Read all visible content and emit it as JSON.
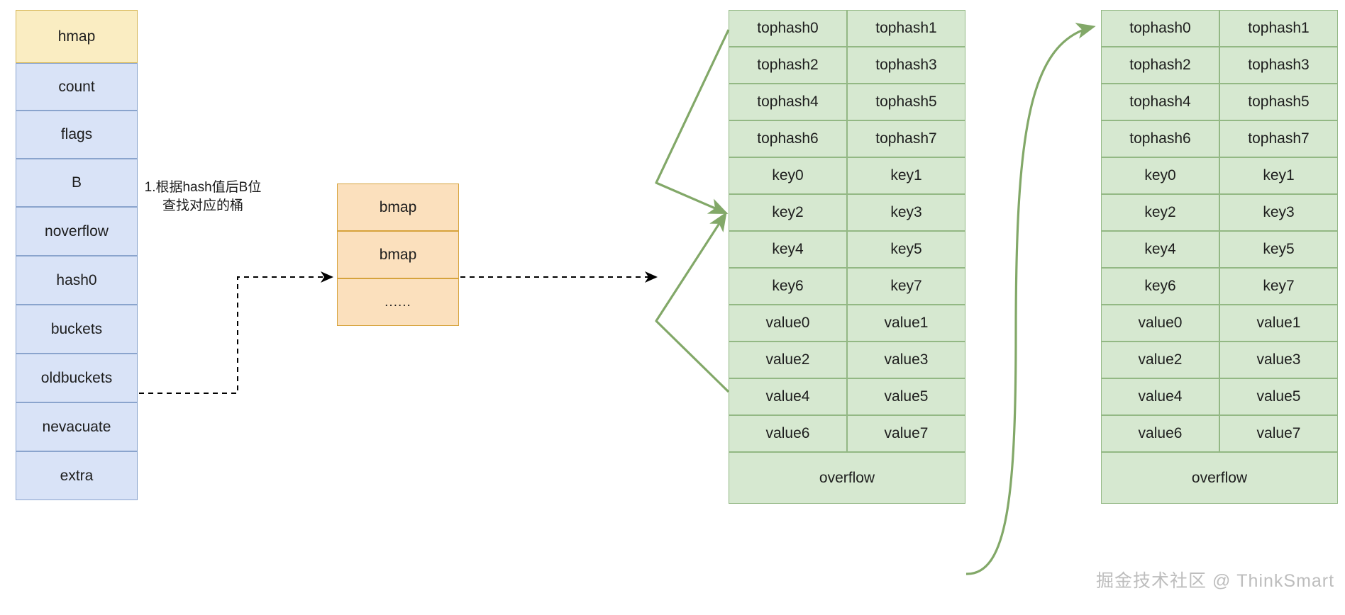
{
  "diagram": {
    "title": "Go map (hmap / bmap / bucket) structure diagram",
    "colors": {
      "hmap_header_fill": "#faedc2",
      "hmap_header_stroke": "#d6b656",
      "hmap_field_fill": "#d9e3f7",
      "hmap_field_stroke": "#8aa4cd",
      "bmap_fill": "#fbe0bd",
      "bmap_stroke": "#d6a33c",
      "bucket_fill": "#d6e8d0",
      "bucket_stroke": "#93b884",
      "green_arrow": "#82a868",
      "dashed_arrow": "#000000",
      "watermark": "#bdbdbd"
    }
  },
  "hmap": {
    "header": "hmap",
    "fields": [
      "count",
      "flags",
      "B",
      "noverflow",
      "hash0",
      "buckets",
      "oldbuckets",
      "nevacuate",
      "extra"
    ]
  },
  "bmap_array": {
    "rows": [
      "bmap",
      "bmap",
      "......"
    ]
  },
  "annotation": {
    "line1": "1.根据hash值后B位",
    "line2": "查找对应的桶"
  },
  "bucket_left": {
    "name": "bucket-left",
    "rows": [
      [
        "tophash0",
        "tophash1"
      ],
      [
        "tophash2",
        "tophash3"
      ],
      [
        "tophash4",
        "tophash5"
      ],
      [
        "tophash6",
        "tophash7"
      ],
      [
        "key0",
        "key1"
      ],
      [
        "key2",
        "key3"
      ],
      [
        "key4",
        "key5"
      ],
      [
        "key6",
        "key7"
      ],
      [
        "value0",
        "value1"
      ],
      [
        "value2",
        "value3"
      ],
      [
        "value4",
        "value5"
      ],
      [
        "value6",
        "value7"
      ]
    ],
    "footer": "overflow"
  },
  "bucket_right": {
    "name": "bucket-right",
    "rows": [
      [
        "tophash0",
        "tophash1"
      ],
      [
        "tophash2",
        "tophash3"
      ],
      [
        "tophash4",
        "tophash5"
      ],
      [
        "tophash6",
        "tophash7"
      ],
      [
        "key0",
        "key1"
      ],
      [
        "key2",
        "key3"
      ],
      [
        "key4",
        "key5"
      ],
      [
        "key6",
        "key7"
      ],
      [
        "value0",
        "value1"
      ],
      [
        "value2",
        "value3"
      ],
      [
        "value4",
        "value5"
      ],
      [
        "value6",
        "value7"
      ]
    ],
    "footer": "overflow"
  },
  "watermark": {
    "text": "掘金技术社区 @ ThinkSmart"
  }
}
